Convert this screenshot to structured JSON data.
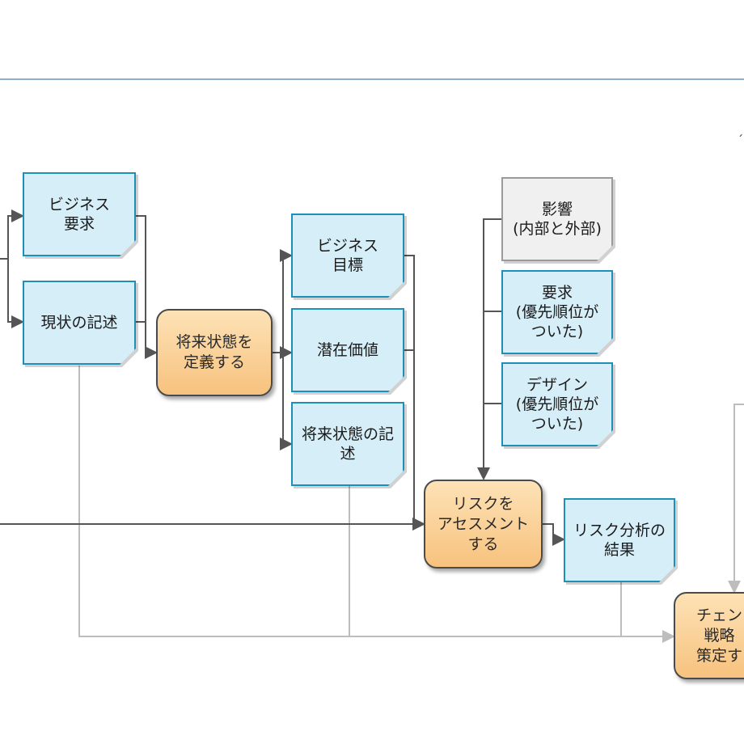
{
  "nodes": {
    "business_needs": "ビジネス\n要求",
    "current_state": "現状の記述",
    "define_future_state": "将来状態を\n定義する",
    "business_objectives": "ビジネス\n目標",
    "potential_value": "潜在価値",
    "future_state_description": "将来状態の記\n述",
    "influences": "影響\n(内部と外部)",
    "requirements": "要求\n(優先順位が\nついた)",
    "designs": "デザイン\n(優先順位が\nついた)",
    "assess_risks": "リスクを\nアセスメント\nする",
    "risk_analysis_results": "リスク分析の\n結果",
    "define_change_strategy": "チェン\n戦略\n策定す"
  },
  "stray_glyph": "΄",
  "colors": {
    "note_fill": "#d6eef8",
    "note_border": "#1f8fb8",
    "task_fill": "#f9cf93",
    "influence_fill": "#f0f0f0",
    "dark_arrow": "#555555",
    "light_arrow": "#bdbdbd"
  }
}
